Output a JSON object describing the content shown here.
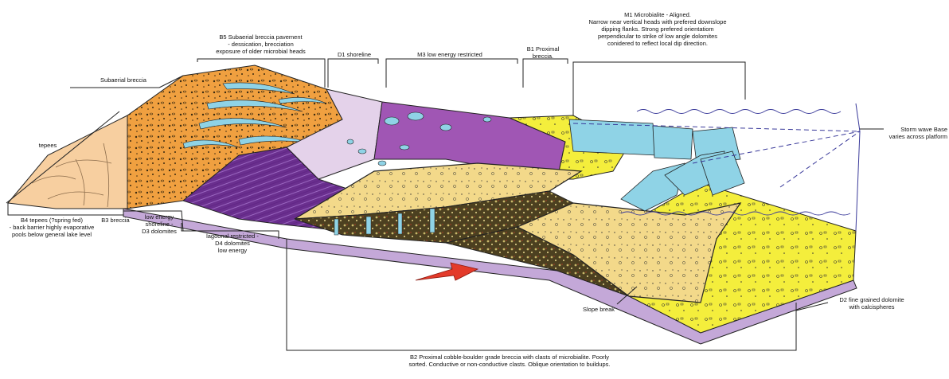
{
  "labels": {
    "subaerial_breccia": "Subaerial breccia",
    "tepees": "tepees",
    "b5": "B5 Subaerial breccia pavement\n- dessication, brecciation\nexposure of older microbial heads",
    "d1": "D1 shoreline",
    "m3": "M3 low energy restricted",
    "b1": "B1 Proximal\nbreccia.",
    "m1": "M1 Microbialite - Aligned.\nNarrow near vertical heads with prefered downslope\ndipping flanks.  Strong prefered orientatiom\nperpendicular to strike of low angle dolomites\nconidered to reflect local dip direction.",
    "storm": "Storm wave Base\nvaries across platform",
    "b4": "B4 tepees (?spring fed)\n- back barrier highly evaporative\npools below general lake level",
    "b3": "B3 breccia",
    "d3": "low energy\nshoreline -\nD3 dolomites",
    "d4": "lagoonal restricted -\nD4 dolomites\nlow energy",
    "slope": "Slope break",
    "d2": "D2 fine grained dolomite\nwith calcispheres",
    "b2": "B2 Proximal cobble-boulder grade breccia with clasts of microbialite.  Poorly\nsorted. Conductive or non-conductive clasts.  Oblique orientation to buildups."
  },
  "colors": {
    "orange_breccia": "#f0a040",
    "tepee_peach": "#f7cfa0",
    "lilac": "#e4d2ea",
    "purple": "#a056b4",
    "deep_purple": "#6a2f8e",
    "yellow": "#f4ee3c",
    "pale_yellow": "#f3d98a",
    "microbialite_blue": "#8fd3e6",
    "dark_breccia": "#4c4020",
    "base_lavender": "#c4a8d8",
    "arrow_red": "#e33a2a"
  }
}
